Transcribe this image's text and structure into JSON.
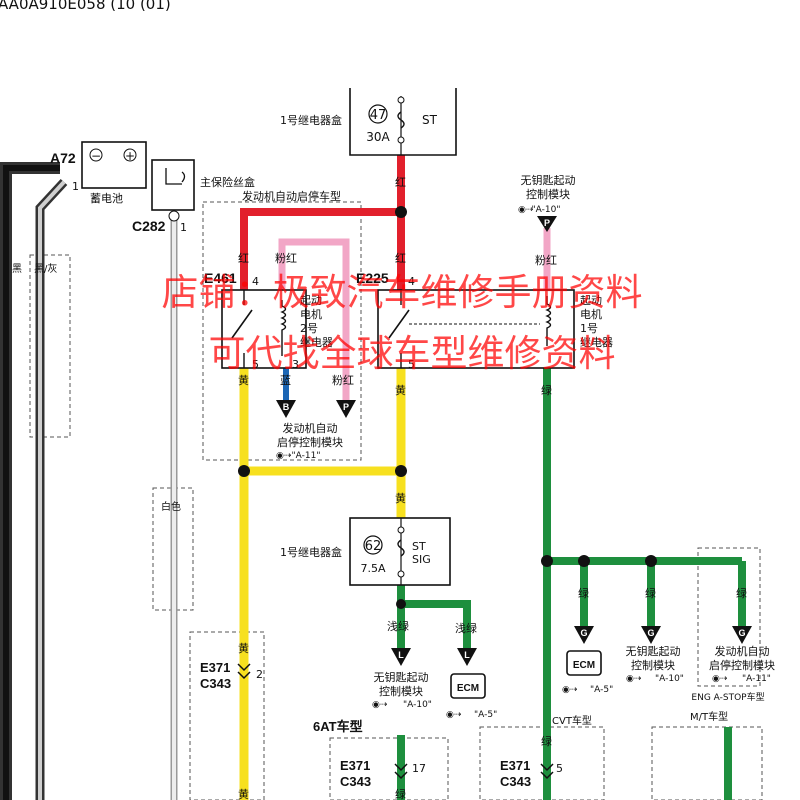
{
  "header": {
    "doc_code": "AA0A910E058 (10 (01)"
  },
  "colors": {
    "red": "#e2202c",
    "pink": "#f2a6c6",
    "yellow": "#f7e01f",
    "green": "#1e8f3e",
    "blue": "#1c66b5",
    "black": "#111111",
    "white_wire": "#d9d9d9",
    "watermark": "#ff0000"
  },
  "fuse47": {
    "number": "47",
    "rating": "30A",
    "name": "ST",
    "box_label": "1号继电器盒"
  },
  "fuse62": {
    "number": "62",
    "rating": "7.5A",
    "name_line1": "ST",
    "name_line2": "SIG",
    "box_label": "1号继电器盒"
  },
  "battery": {
    "connector": "A72",
    "label": "蓄电池",
    "pin": "1",
    "minus": "−",
    "plus": "+"
  },
  "main_fuse": {
    "connector": "C282",
    "pin": "1",
    "label": "主保险丝盒"
  },
  "stop_start_note": "发动机自动启停车型",
  "relay2": {
    "connector": "E461",
    "pin_top": "4",
    "pin_bottom": "5",
    "pin_coil": "3",
    "line1": "起动",
    "line2": "电机",
    "line3": "2号",
    "line4": "继电器"
  },
  "relay1": {
    "connector": "E225",
    "pin_top": "4",
    "pin_bottom": "5",
    "line1": "起动",
    "line2": "电机",
    "line3": "1号",
    "line4": "继电器"
  },
  "wire_labels": {
    "red_main": "红",
    "red_e461": "红",
    "red_e225": "红",
    "pink_e461": "粉红",
    "pink_coil": "粉红",
    "pink_keyless": "粉红",
    "yellow_e461": "黄",
    "yellow_e225": "黄",
    "yellow_mid": "黄",
    "yellow_left_low": "黄",
    "yellow_bottom": "黄",
    "blue": "蓝",
    "green_e225": "绿",
    "lightgreen_1": "浅绿",
    "lightgreen_2": "浅绿",
    "green_b1": "绿",
    "green_b2": "绿",
    "green_b3": "绿",
    "green_cvt": "绿",
    "green_6at": "绿",
    "black": "黑",
    "black_gray": "黑/灰",
    "white": "白色"
  },
  "terminals": {
    "P_top": "P",
    "B": "B",
    "P_bottom": "P",
    "L_left": "L",
    "L_ecm": "L",
    "G_ecm": "G",
    "G_keyless": "G",
    "G_stop": "G"
  },
  "modules": {
    "keyless_top": {
      "line1": "无钥匙起动",
      "line2": "控制模块",
      "ref": "\"A-10\""
    },
    "stop_start_mid": {
      "line1": "发动机自动",
      "line2": "启停控制模块",
      "ref": "\"A-11\""
    },
    "keyless_left": {
      "line1": "无钥匙起动",
      "line2": "控制模块",
      "ref": "\"A-10\""
    },
    "ecm_left": {
      "name": "ECM",
      "ref": "\"A-5\""
    },
    "ecm_right": {
      "name": "ECM",
      "ref": "\"A-5\""
    },
    "keyless_right": {
      "line1": "无钥匙起动",
      "line2": "控制模块",
      "ref": "\"A-10\""
    },
    "stop_start_right": {
      "line1": "发动机自动",
      "line2": "启停控制模块",
      "ref": "\"A-11\""
    }
  },
  "variants": {
    "eng_stop": "ENG A-STOP车型",
    "six_at": "6AT车型",
    "cvt": "CVT车型",
    "mt": "M/T车型"
  },
  "connectors_bottom": {
    "left": {
      "line1": "E371",
      "line2": "C343",
      "pin": "2"
    },
    "six_at": {
      "line1": "E371",
      "line2": "C343",
      "pin": "17"
    },
    "cvt": {
      "line1": "E371",
      "line2": "C343",
      "pin": "5"
    }
  },
  "watermark": {
    "line1": "店铺：极致汽车维修手册资料",
    "line2": "可代找全球车型维修资料"
  }
}
